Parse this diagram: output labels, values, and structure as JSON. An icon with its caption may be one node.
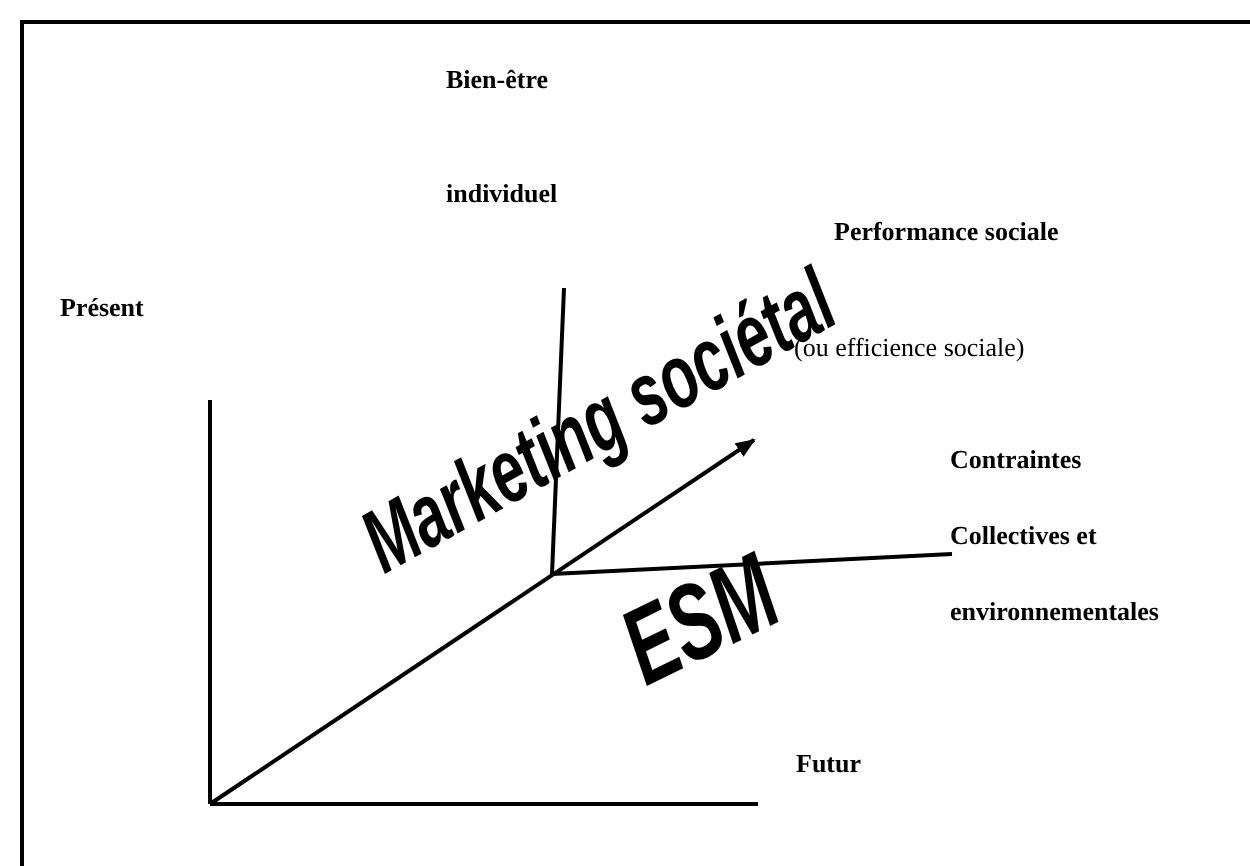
{
  "diagram": {
    "labels": [
      "Bien-être",
      "individuel",
      "Performance sociale",
      "Présent",
      "(ou efficience sociale)",
      "Marketing sociétal",
      "Contraintes",
      "Collectives et",
      "environnementales",
      "ESM",
      "Futur"
    ]
  }
}
